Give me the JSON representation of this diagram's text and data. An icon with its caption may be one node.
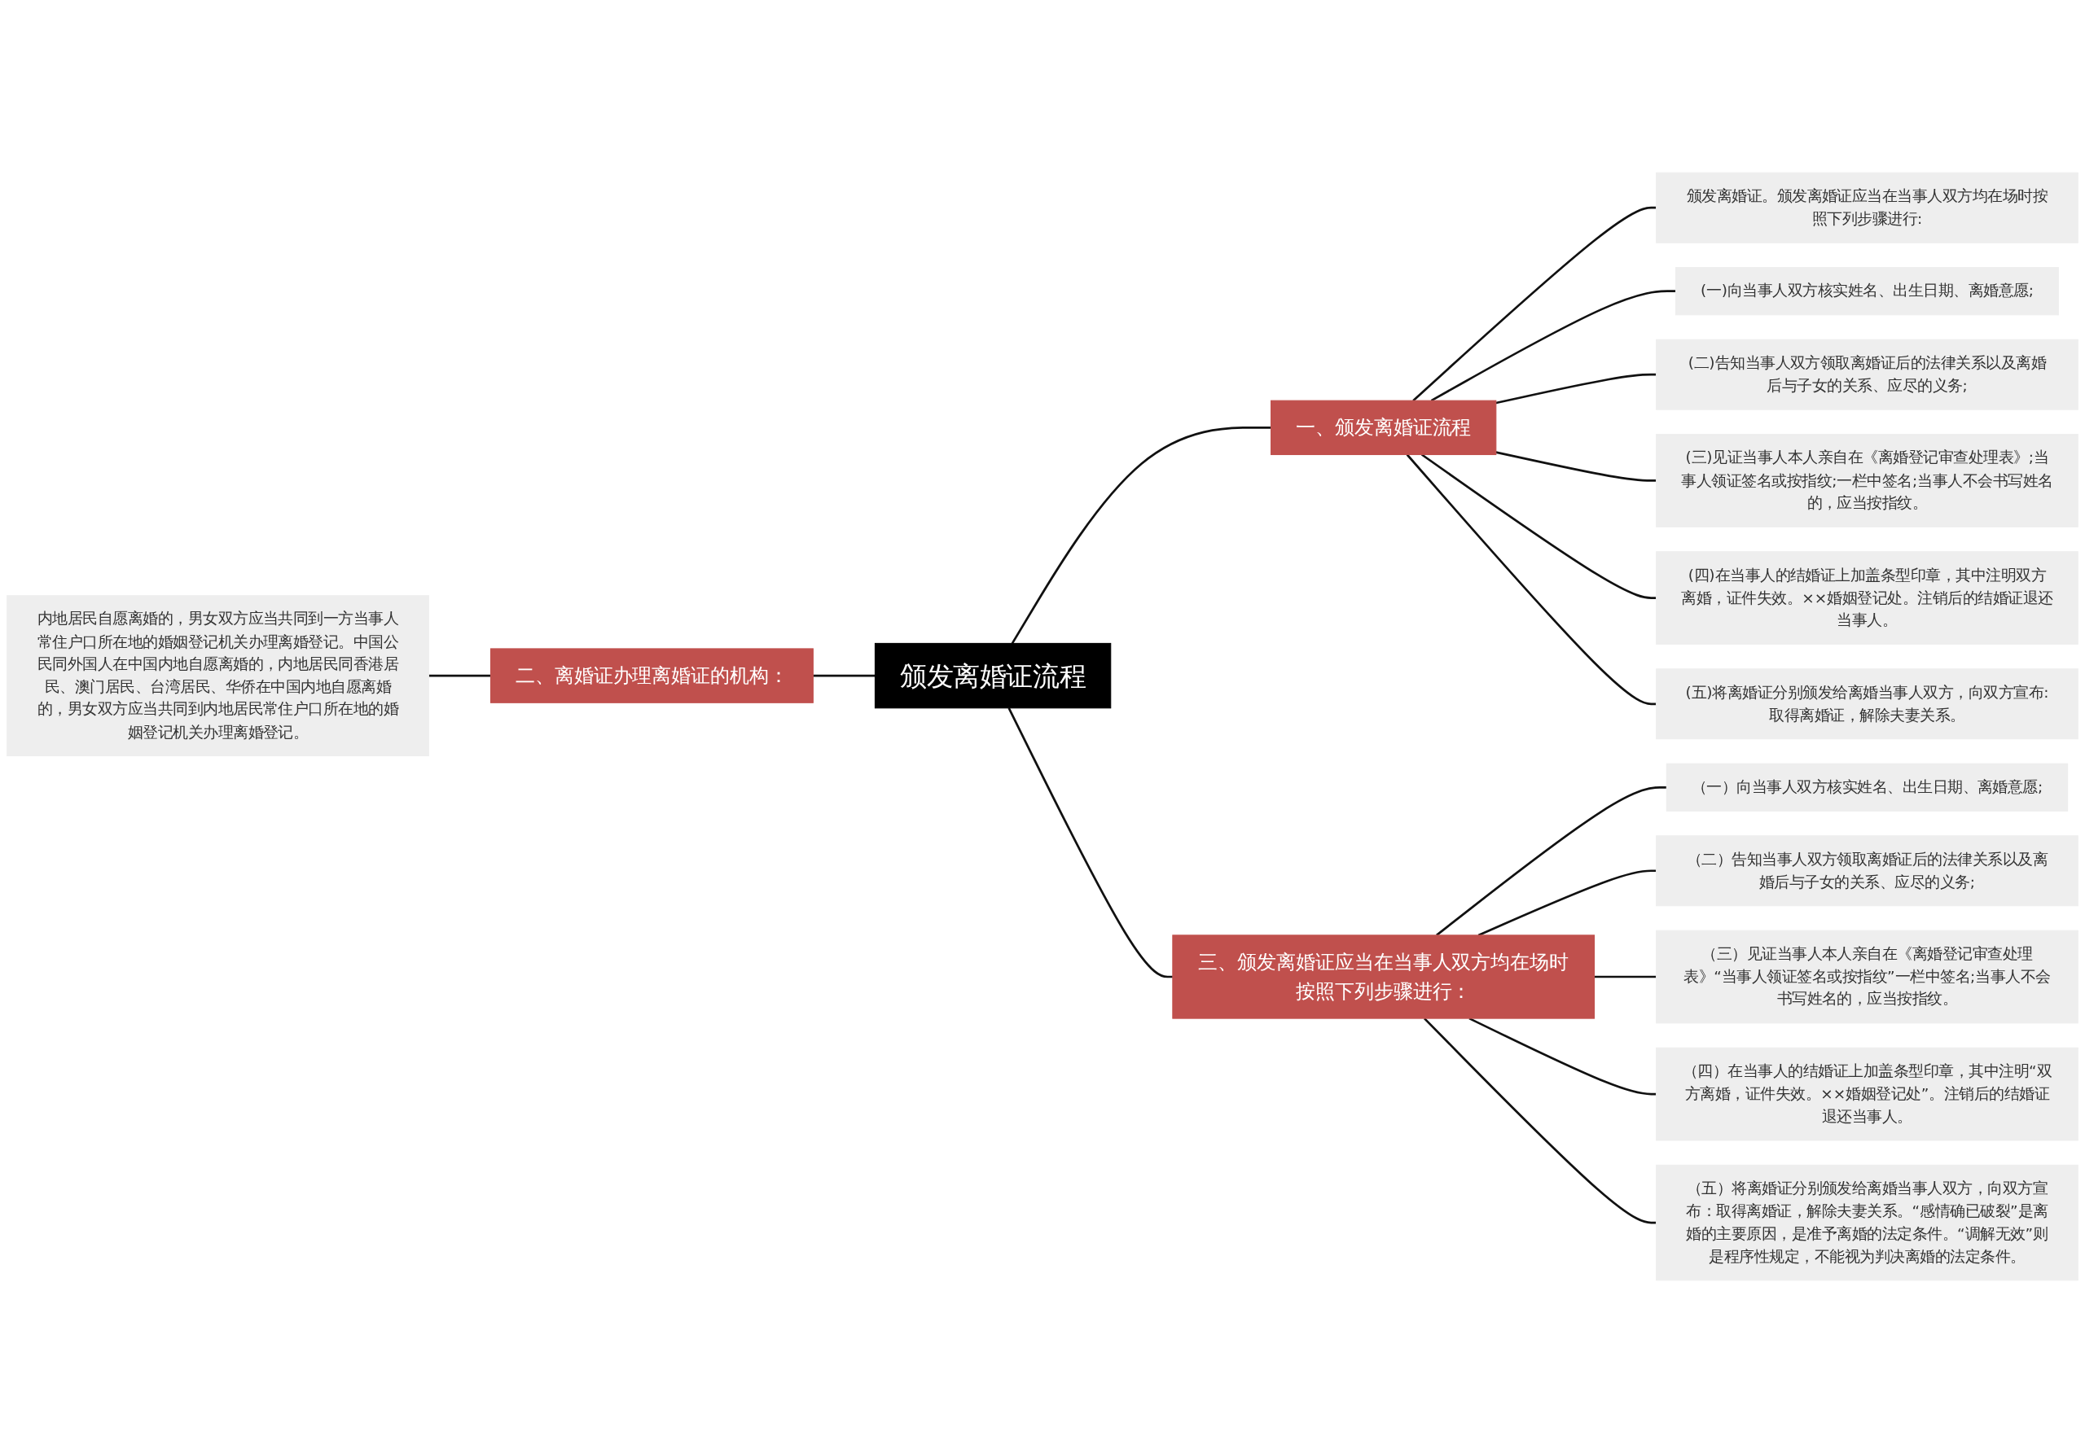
{
  "diagram": {
    "nodes": [
      {
        "text": [
          "颁发离婚证流程"
        ]
      },
      {
        "text": [
          "一、颁发离婚证流程"
        ]
      },
      {
        "text": [
          "颁发离婚证。颁发离婚证应当在当事人双方均在场时按照下列步骤进行:"
        ]
      },
      {
        "text": [
          "(一)向当事人双方核实姓名、出生日期、离婚意愿;"
        ]
      },
      {
        "text": [
          "(二)告知当事人双方领取离婚证后的法律关系以及离婚后与子女的关系、应尽的义务;"
        ]
      },
      {
        "text": [
          "(三)见证当事人本人亲自在《离婚登记审查处理表》;当事人领证签名或按指纹;一栏中签名;当事人不会书写姓名的，应当按指纹。"
        ]
      },
      {
        "text": [
          "(四)在当事人的结婚证上加盖条型印章，其中注明双方离婚，证件失效。××婚姻登记处。注销后的结婚证退还当事人。"
        ]
      },
      {
        "text": [
          "(五)将离婚证分别颁发给离婚当事人双方，向双方宣布:取得离婚证，解除夫妻关系。"
        ]
      },
      {
        "text": [
          "二、离婚证办理离婚证的机构："
        ]
      },
      {
        "text": [
          "内地居民自愿离婚的，男女双方应当共同到一方当事人常住户口所在地的婚姻登记机关办理离婚登记。中国公民同外国人在中国内地自愿离婚的，内地居民同香港居民、澳门居民、台湾居民、华侨在中国内地自愿离婚的，男女双方应当共同到内地居民常住户口所在地的婚姻登记机关办理离婚登记。"
        ]
      },
      {
        "text": [
          "三、颁发离婚证应当在当事人双方均在场时按照下列步骤进行："
        ]
      },
      {
        "text": [
          "（一）向当事人双方核实姓名、出生日期、离婚意愿;"
        ]
      },
      {
        "text": [
          "（二）告知当事人双方领取离婚证后的法律关系以及离婚后与子女的关系、应尽的义务;"
        ]
      },
      {
        "text": [
          "（三）见证当事人本人亲自在《离婚登记审查处理表》“当事人领证签名或按指纹”一栏中签名;当事人不会书写姓名的，应当按指纹。"
        ]
      },
      {
        "text": [
          "（四）在当事人的结婚证上加盖条型印章，其中注明“双方离婚，证件失效。××婚姻登记处”。注销后的结婚证退还当事人。"
        ]
      },
      {
        "text": [
          "（五）将离婚证分别颁发给离婚当事人双方，向双方宣布：取得离婚证，解除夫妻关系。“感情确已破裂”是离婚的主要原因，是准予离婚的法定条件。“调解无效”则是程序性规定，不能视为判决离婚的法定条件。"
        ]
      }
    ],
    "edges": [
      {
        "from": 0,
        "to": 1,
        "arrow": "none"
      },
      {
        "from": 1,
        "to": 2,
        "arrow": "none"
      },
      {
        "from": 1,
        "to": 3,
        "arrow": "none"
      },
      {
        "from": 1,
        "to": 4,
        "arrow": "none"
      },
      {
        "from": 1,
        "to": 5,
        "arrow": "none"
      },
      {
        "from": 1,
        "to": 6,
        "arrow": "none"
      },
      {
        "from": 1,
        "to": 7,
        "arrow": "none"
      },
      {
        "from": 9,
        "to": 8,
        "arrow": "none"
      },
      {
        "from": 8,
        "to": 0,
        "arrow": "none"
      },
      {
        "from": 0,
        "to": 10,
        "arrow": "none"
      },
      {
        "from": 10,
        "to": 11,
        "arrow": "none"
      },
      {
        "from": 10,
        "to": 12,
        "arrow": "none"
      },
      {
        "from": 10,
        "to": 13,
        "arrow": "none"
      },
      {
        "from": 10,
        "to": 14,
        "arrow": "none"
      },
      {
        "from": 10,
        "to": 15,
        "arrow": "none"
      }
    ]
  }
}
